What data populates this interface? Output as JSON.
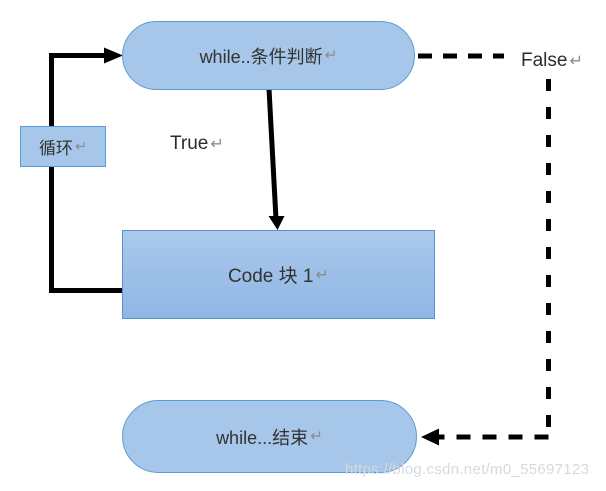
{
  "nodes": {
    "condition": {
      "label": "while..条件判断",
      "shape": "stadium"
    },
    "loop_tag": {
      "label": "循环",
      "shape": "rectangle"
    },
    "code_block": {
      "label": "Code 块 1",
      "shape": "rectangle"
    },
    "end": {
      "label": "while...结束",
      "shape": "stadium"
    }
  },
  "edge_labels": {
    "true_branch": "True",
    "false_branch": "False"
  },
  "formatting_mark": "↵",
  "watermark": "https://blog.csdn.net/m0_55697123",
  "colors": {
    "node_fill": "#a6c7e9",
    "node_border": "#5b9bd5",
    "code_block_fill_top": "#aac9ec",
    "code_block_fill_bottom": "#8fb6e3",
    "connector": "#000000",
    "label_text": "#2d2d2d",
    "formatting_mark": "#8c8c8c",
    "watermark": "#d6dade",
    "background": "#ffffff"
  }
}
